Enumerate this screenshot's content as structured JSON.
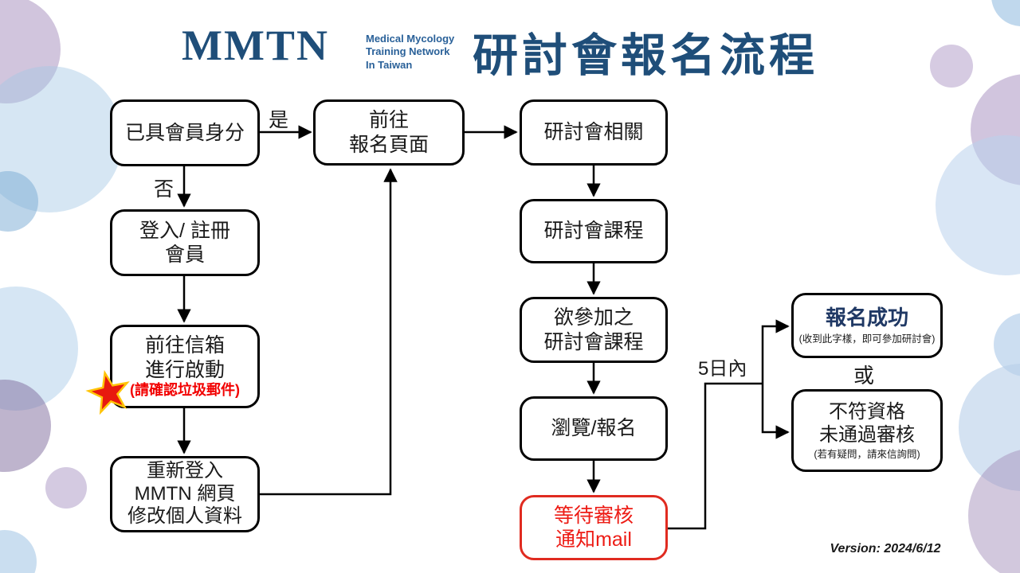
{
  "header": {
    "logo_wordmark": "MMTN",
    "logo_tagline": [
      "Medical Mycology",
      "Training Network",
      "In Taiwan"
    ],
    "title": "研討會報名流程"
  },
  "labels": {
    "yes": "是",
    "no": "否",
    "within_days": "5日內",
    "or": "或"
  },
  "boxes": {
    "member": {
      "lines": [
        "已具會員身分"
      ]
    },
    "login": {
      "lines": [
        "登入/ 註冊",
        "會員"
      ]
    },
    "mailbox": {
      "lines": [
        "前往信箱",
        "進行啟動"
      ],
      "note": "(請確認垃圾郵件)"
    },
    "relogin": {
      "lines": [
        "重新登入",
        "MMTN 網頁",
        "修改個人資料"
      ]
    },
    "goto_registration": {
      "lines": [
        "前往",
        "報名頁面"
      ]
    },
    "seminar_related": {
      "lines": [
        "研討會相關"
      ]
    },
    "seminar_courses": {
      "lines": [
        "研討會課程"
      ]
    },
    "desired_courses": {
      "lines": [
        "欲參加之",
        "研討會課程"
      ]
    },
    "browse_register": {
      "lines": [
        "瀏覽/報名"
      ]
    },
    "wait_review": {
      "lines": [
        "等待審核",
        "通知mail"
      ]
    },
    "success": {
      "title": "報名成功",
      "note": "(收到此字樣，即可參加研討會)"
    },
    "rejected": {
      "lines": [
        "不符資格",
        "未通過審核"
      ],
      "note": "(若有疑問，請來信詢問)"
    }
  },
  "footer": {
    "version": "Version: 2024/6/12"
  },
  "colors": {
    "brand_blue": "#1F4E79",
    "success_navy": "#1F3864",
    "alert_red": "#F20000",
    "decor_purple": "#B49CC4",
    "decor_blue": "#A3C7E5"
  },
  "icons": {
    "star": "highlight-star-icon"
  }
}
